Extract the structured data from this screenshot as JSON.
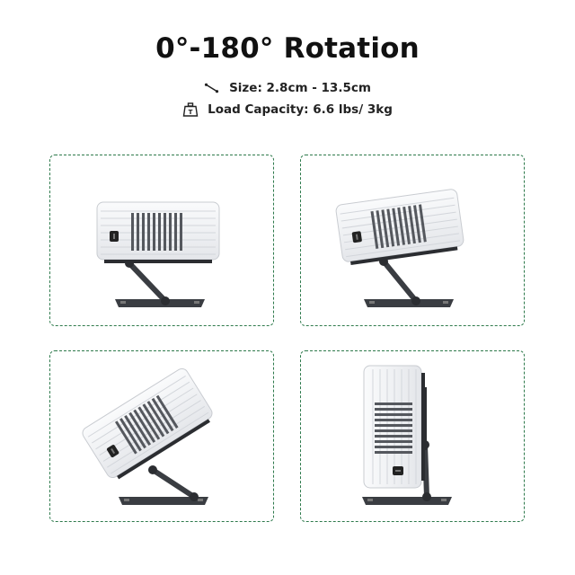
{
  "title": "0°-180° Rotation",
  "specs": {
    "size_label": "Size: 2.8cm - 13.5cm",
    "size_icon": "ruler-icon",
    "load_label": "Load Capacity: 6.6 lbs/ 3kg",
    "load_icon": "weight-icon"
  },
  "colors": {
    "panel_border": "#2e7a4c",
    "projector_body": "#f2f3f5",
    "stand_metal": "#3a3d42"
  },
  "panels": [
    {
      "rotation_deg": 0
    },
    {
      "rotation_deg": -8
    },
    {
      "rotation_deg": -32
    },
    {
      "rotation_deg": -90
    }
  ]
}
